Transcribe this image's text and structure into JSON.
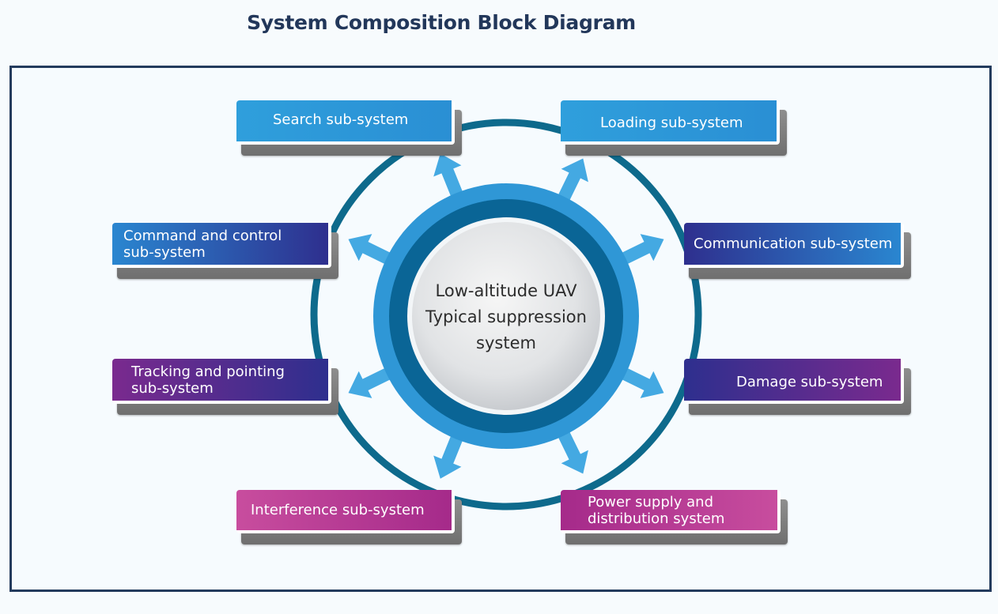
{
  "title": "System Composition Block Diagram",
  "center": {
    "lines": [
      "Low-altitude UAV",
      "Typical suppression",
      "system"
    ]
  },
  "subsystems": [
    {
      "id": "search",
      "lines": [
        "Search sub-system"
      ],
      "color_start": "#2f9fdc",
      "color_end": "#2a8fd4"
    },
    {
      "id": "loading",
      "lines": [
        "Loading sub-system"
      ],
      "color_start": "#2f9fdc",
      "color_end": "#2a8fd4"
    },
    {
      "id": "command",
      "lines": [
        "Command and control",
        "sub-system"
      ],
      "color_start": "#2a86d0",
      "color_end": "#2e2f8e"
    },
    {
      "id": "communication",
      "lines": [
        "Communication sub-system"
      ],
      "color_start": "#2e2f8e",
      "color_end": "#2a86d0"
    },
    {
      "id": "tracking",
      "lines": [
        "Tracking and pointing",
        "sub-system"
      ],
      "color_start": "#7a2a8e",
      "color_end": "#2e2f8e"
    },
    {
      "id": "damage",
      "lines": [
        "Damage sub-system"
      ],
      "color_start": "#2e2f8e",
      "color_end": "#7a2a8e"
    },
    {
      "id": "interference",
      "lines": [
        "Interference sub-system"
      ],
      "color_start": "#c84d9e",
      "color_end": "#a52a8a"
    },
    {
      "id": "power",
      "lines": [
        "Power supply and",
        "distribution system"
      ],
      "color_start": "#a52a8a",
      "color_end": "#c84d9e"
    }
  ],
  "colors": {
    "frame": "#233b5d",
    "outer_ring": "#0e6a8c",
    "ring_light": "#2f97d6",
    "ring_dark": "#0a6596",
    "arrow": "#3aa4e0"
  }
}
